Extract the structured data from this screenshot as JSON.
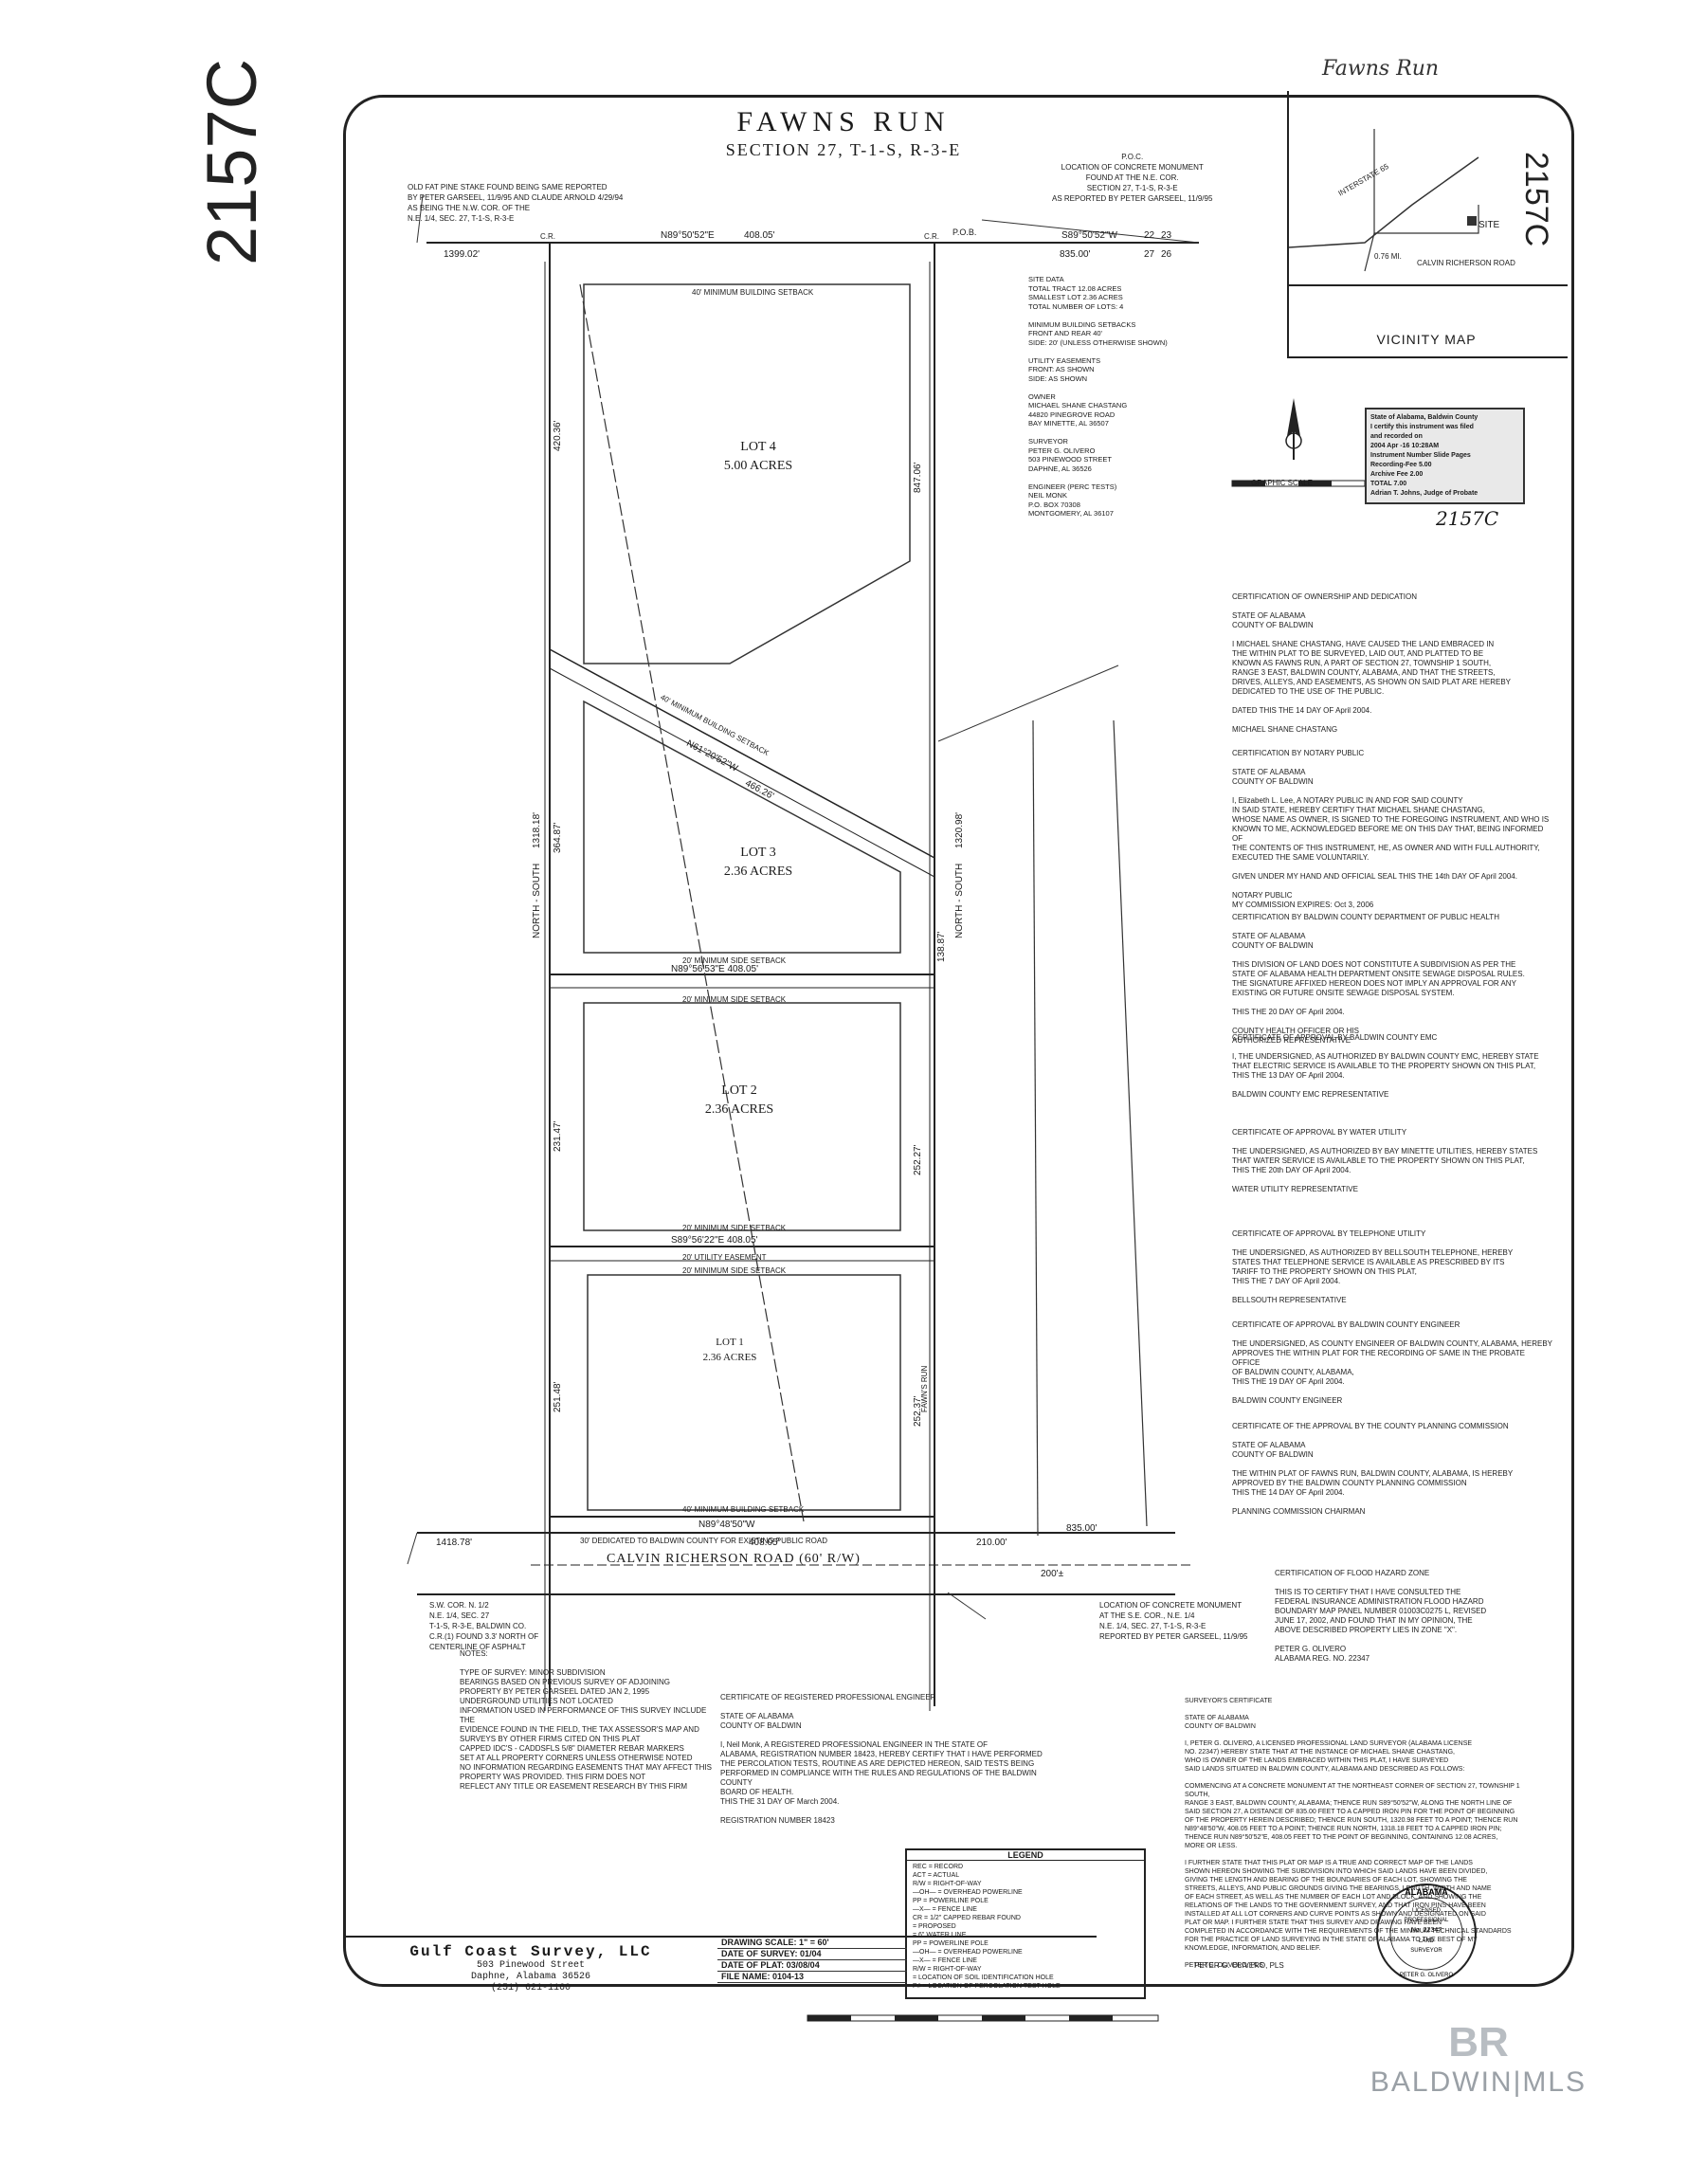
{
  "side_code": "2157C",
  "header": {
    "title": "FAWNS RUN",
    "subtitle": "SECTION 27, T-1-S, R-3-E",
    "topright_handwriting": "Fawns Run",
    "topright_code": "2157C"
  },
  "poc_note": "P.O.C.\nLOCATION OF CONCRETE MONUMENT\nFOUND AT THE N.E. COR.\nSECTION 27, T-1-S, R-3-E\nAS REPORTED BY PETER GARSEEL, 11/9/95",
  "nw_note": "OLD FAT PINE STAKE FOUND BEING SAME REPORTED\nBY PETER GARSEEL, 11/9/95 AND CLAUDE ARNOLD 4/29/94\nAS BEING THE N.W. COR. OF THE\nN.E. 1/4, SEC. 27, T-1-S, R-3-E",
  "pob": "P.O.B.",
  "north_line": {
    "cr1": "C.R.",
    "cr2": "C.R.",
    "bearing_left": "N89°50'52\"E",
    "dist_left": "408.05'",
    "left_ext": "1399.02'",
    "bearing_right": "S89°50'52\"W",
    "dist_right": "835.00'",
    "sec_a": "22",
    "sec_b": "23",
    "sec_c": "27",
    "sec_d": "26"
  },
  "site_data": "SITE DATA\nTOTAL TRACT 12.08 ACRES\nSMALLEST LOT 2.36 ACRES\nTOTAL NUMBER OF LOTS: 4\n\nMINIMUM BUILDING SETBACKS\nFRONT AND REAR 40'\nSIDE: 20' (UNLESS OTHERWISE SHOWN)\n\nUTILITY EASEMENTS\nFRONT: AS SHOWN\nSIDE: AS SHOWN\n\nOWNER\nMICHAEL SHANE CHASTANG\n44820 PINEGROVE ROAD\nBAY MINETTE, AL 36507\n\nSURVEYOR\nPETER G. OLIVERO\n503 PINEWOOD STREET\nDAPHNE, AL 36526\n\nENGINEER (PERC TESTS)\nNEIL MONK\nP.O. BOX 70308\nMONTGOMERY, AL 36107",
  "lots": [
    {
      "name": "LOT 4",
      "area": "5.00 ACRES"
    },
    {
      "name": "LOT 3",
      "area": "2.36 ACRES"
    },
    {
      "name": "LOT 2",
      "area": "2.36 ACRES"
    },
    {
      "name": "LOT 1",
      "area": "2.36 ACRES"
    }
  ],
  "dims": {
    "west_lot4": "420.36'",
    "west_total": "1318.18'",
    "west_lot3": "364.87'",
    "west_lot2": "231.47'",
    "west_lot1": "251.48'",
    "north_south": "NORTH - SOUTH",
    "east_lot4": "847.06'",
    "east_total": "1320.98'",
    "east_lot3": "138.87'",
    "east_lot2": "252.27'",
    "east_lot1": "252.37'",
    "line23": "N89°56'53\"E 408.05'",
    "line12": "S89°56'22\"E 408.05'",
    "diag_bearing": "N61°20'52\"W",
    "diag_dist": "466.26'",
    "south_bearing": "N89°48'50\"W",
    "south_dist": "408.05'",
    "south_left": "1418.78'",
    "south_right": "210.00'",
    "south_far": "835.00'",
    "approx": "200'±"
  },
  "setback_labels": {
    "front": "40' MINIMUM BUILDING SETBACK",
    "side": "20' MINIMUM SIDE SETBACK",
    "utility": "20' UTILITY EASEMENT",
    "fawns_run": "FAWN'S RUN",
    "dedicated": "30' DEDICATED TO BALDWIN COUNTY FOR EXISTING PUBLIC ROAD"
  },
  "road": "CALVIN RICHERSON ROAD (60' R/W)",
  "sw_note": "S.W. COR. N. 1/2\nN.E. 1/4, SEC. 27\nT-1-S, R-3-E, BALDWIN CO.\nC.R.(1) FOUND 3.3' NORTH OF\nCENTERLINE OF ASPHALT",
  "se_note": "LOCATION OF CONCRETE MONUMENT\nAT THE S.E. COR., N.E. 1/4\nN.E. 1/4, SEC. 27, T-1-S, R-3-E\nREPORTED BY PETER GARSEEL, 11/9/95",
  "vicinity": {
    "title": "VICINITY MAP",
    "road1": "INTERSTATE 65",
    "site": "SITE",
    "road2": "CALVIN RICHERSON ROAD",
    "dist": "0.76 MI."
  },
  "graphic_scale": "GRAPHIC SCALE",
  "stamp_text": "State of Alabama, Baldwin County\nI certify this instrument was filed\nand recorded on\n2004 Apr -16 10:28AM\nInstrument Number Slide Pages\nRecording-Fee 5.00\nArchive Fee 2.00\nTOTAL 7.00\nAdrian T. Johns, Judge of Probate",
  "stamp_handwritten": "2157C",
  "certs": {
    "owner": "CERTIFICATION OF OWNERSHIP AND DEDICATION\n\nSTATE OF ALABAMA\nCOUNTY OF BALDWIN\n\nI MICHAEL SHANE CHASTANG, HAVE CAUSED THE LAND EMBRACED IN\nTHE WITHIN PLAT TO BE SURVEYED, LAID OUT, AND PLATTED TO BE\nKNOWN AS FAWNS RUN, A PART OF SECTION 27, TOWNSHIP 1 SOUTH,\nRANGE 3 EAST, BALDWIN COUNTY, ALABAMA, AND THAT THE STREETS,\nDRIVES, ALLEYS, AND EASEMENTS, AS SHOWN ON SAID PLAT ARE HEREBY\nDEDICATED TO THE USE OF THE PUBLIC.\n\nDATED THIS THE 14 DAY OF April 2004.\n\nMICHAEL SHANE CHASTANG",
    "notary": "CERTIFICATION BY NOTARY PUBLIC\n\nSTATE OF ALABAMA\nCOUNTY OF BALDWIN\n\nI, Elizabeth L. Lee, A NOTARY PUBLIC IN AND FOR SAID COUNTY\nIN SAID STATE, HEREBY CERTIFY THAT MICHAEL SHANE CHASTANG,\nWHOSE NAME AS OWNER, IS SIGNED TO THE FOREGOING INSTRUMENT, AND WHO IS\nKNOWN TO ME, ACKNOWLEDGED BEFORE ME ON THIS DAY THAT, BEING INFORMED OF\nTHE CONTENTS OF THIS INSTRUMENT, HE, AS OWNER AND WITH FULL AUTHORITY,\nEXECUTED THE SAME VOLUNTARILY.\n\nGIVEN UNDER MY HAND AND OFFICIAL SEAL THIS THE 14th DAY OF April 2004.\n\nNOTARY PUBLIC\nMY COMMISSION EXPIRES: Oct 3, 2006",
    "health": "CERTIFICATION BY BALDWIN COUNTY DEPARTMENT OF PUBLIC HEALTH\n\nSTATE OF ALABAMA\nCOUNTY OF BALDWIN\n\nTHIS DIVISION OF LAND DOES NOT CONSTITUTE A SUBDIVISION AS PER THE\nSTATE OF ALABAMA HEALTH DEPARTMENT ONSITE SEWAGE DISPOSAL RULES.\nTHE SIGNATURE AFFIXED HEREON DOES NOT IMPLY AN APPROVAL FOR ANY\nEXISTING OR FUTURE ONSITE SEWAGE DISPOSAL SYSTEM.\n\nTHIS THE 20 DAY OF April 2004.\n\nCOUNTY HEALTH OFFICER OR HIS\nAUTHORIZED REPRESENTATIVE",
    "emc": "CERTIFICATE OF APPROVAL BY BALDWIN COUNTY EMC\n\nI, THE UNDERSIGNED, AS AUTHORIZED BY BALDWIN COUNTY EMC, HEREBY STATE\nTHAT ELECTRIC SERVICE IS AVAILABLE TO THE PROPERTY SHOWN ON THIS PLAT,\nTHIS THE 13 DAY OF April 2004.\n\nBALDWIN COUNTY EMC REPRESENTATIVE",
    "water": "CERTIFICATE OF APPROVAL BY WATER UTILITY\n\nTHE UNDERSIGNED, AS AUTHORIZED BY BAY MINETTE UTILITIES, HEREBY STATES\nTHAT WATER SERVICE IS AVAILABLE TO THE PROPERTY SHOWN ON THIS PLAT,\nTHIS THE 20th DAY OF April 2004.\n\nWATER UTILITY REPRESENTATIVE",
    "phone": "CERTIFICATE OF APPROVAL BY TELEPHONE UTILITY\n\nTHE UNDERSIGNED, AS AUTHORIZED BY BELLSOUTH TELEPHONE, HEREBY\nSTATES THAT TELEPHONE SERVICE IS AVAILABLE AS PRESCRIBED BY ITS\nTARIFF TO THE PROPERTY SHOWN ON THIS PLAT,\nTHIS THE 7 DAY OF April 2004.\n\nBELLSOUTH REPRESENTATIVE",
    "engineer": "CERTIFICATE OF APPROVAL BY BALDWIN COUNTY ENGINEER\n\nTHE UNDERSIGNED, AS COUNTY ENGINEER OF BALDWIN COUNTY, ALABAMA, HEREBY\nAPPROVES THE WITHIN PLAT FOR THE RECORDING OF SAME IN THE PROBATE OFFICE\nOF BALDWIN COUNTY, ALABAMA,\nTHIS THE 19 DAY OF April 2004.\n\nBALDWIN COUNTY ENGINEER",
    "planning": "CERTIFICATE OF THE APPROVAL BY THE COUNTY PLANNING COMMISSION\n\nSTATE OF ALABAMA\nCOUNTY OF BALDWIN\n\nTHE WITHIN PLAT OF FAWNS RUN, BALDWIN COUNTY, ALABAMA, IS HEREBY\nAPPROVED BY THE BALDWIN COUNTY PLANNING COMMISSION\nTHIS THE 14 DAY OF April 2004.\n\nPLANNING COMMISSION CHAIRMAN",
    "flood": "CERTIFICATION OF FLOOD HAZARD ZONE\n\nTHIS IS TO CERTIFY THAT I HAVE CONSULTED THE\nFEDERAL INSURANCE ADMINISTRATION FLOOD HAZARD\nBOUNDARY MAP PANEL NUMBER 01003C0275 L, REVISED\nJUNE 17, 2002, AND FOUND THAT IN MY OPINION, THE\nABOVE DESCRIBED PROPERTY LIES IN ZONE \"X\".\n\nPETER G. OLIVERO\nALABAMA REG. NO. 22347",
    "notes": "NOTES:\n\nTYPE OF SURVEY: MINOR SUBDIVISION\nBEARINGS BASED ON PREVIOUS SURVEY OF ADJOINING\nPROPERTY BY PETER GARSEEL DATED JAN 2, 1995\nUNDERGROUND UTILITIES NOT LOCATED\nINFORMATION USED IN PERFORMANCE OF THIS SURVEY INCLUDE THE\nEVIDENCE FOUND IN THE FIELD, THE TAX ASSESSOR'S MAP AND\nSURVEYS BY OTHER FIRMS CITED ON THIS PLAT\nCAPPED IDC'S - CADDSFLS 5/8\" DIAMETER REBAR MARKERS\nSET AT ALL PROPERTY CORNERS UNLESS OTHERWISE NOTED\nNO INFORMATION REGARDING EASEMENTS THAT MAY AFFECT THIS\nPROPERTY WAS PROVIDED. THIS FIRM DOES NOT\nREFLECT ANY TITLE OR EASEMENT RESEARCH BY THIS FIRM",
    "pro_engineer": "CERTIFICATE OF REGISTERED PROFESSIONAL ENGINEER\n\nSTATE OF ALABAMA\nCOUNTY OF BALDWIN\n\nI, Neil Monk, A REGISTERED PROFESSIONAL ENGINEER IN THE STATE OF\nALABAMA, REGISTRATION NUMBER 18423, HEREBY CERTIFY THAT I HAVE PERFORMED\nTHE PERCOLATION TESTS, ROUTINE AS ARE DEPICTED HEREON, SAID TESTS BEING\nPERFORMED IN COMPLIANCE WITH THE RULES AND REGULATIONS OF THE BALDWIN COUNTY\nBOARD OF HEALTH.\nTHIS THE 31 DAY OF March 2004.\n\nREGISTRATION NUMBER 18423",
    "surveyor": "SURVEYOR'S CERTIFICATE\n\nSTATE OF ALABAMA\nCOUNTY OF BALDWIN\n\nI, PETER G. OLIVERO, A LICENSED PROFESSIONAL LAND SURVEYOR (ALABAMA LICENSE\nNO. 22347) HEREBY STATE THAT AT THE INSTANCE OF MICHAEL SHANE CHASTANG,\nWHO IS OWNER OF THE LANDS EMBRACED WITHIN THIS PLAT, I HAVE SURVEYED\nSAID LANDS SITUATED IN BALDWIN COUNTY, ALABAMA AND DESCRIBED AS FOLLOWS:\n\nCOMMENCING AT A CONCRETE MONUMENT AT THE NORTHEAST CORNER OF SECTION 27, TOWNSHIP 1 SOUTH,\nRANGE 3 EAST, BALDWIN COUNTY, ALABAMA; THENCE RUN S89°50'52\"W, ALONG THE NORTH LINE OF\nSAID SECTION 27, A DISTANCE OF 835.00 FEET TO A CAPPED IRON PIN FOR THE POINT OF BEGINNING\nOF THE PROPERTY HEREIN DESCRIBED; THENCE RUN SOUTH, 1320.98 FEET TO A POINT; THENCE RUN\nN89°48'50\"W, 408.05 FEET TO A POINT; THENCE RUN NORTH, 1318.18 FEET TO A CAPPED IRON PIN;\nTHENCE RUN N89°50'52\"E, 408.05 FEET TO THE POINT OF BEGINNING, CONTAINING 12.08 ACRES,\nMORE OR LESS.\n\nI FURTHER STATE THAT THIS PLAT OR MAP IS A TRUE AND CORRECT MAP OF THE LANDS\nSHOWN HEREON SHOWING THE SUBDIVISION INTO WHICH SAID LANDS HAVE BEEN DIVIDED,\nGIVING THE LENGTH AND BEARING OF THE BOUNDARIES OF EACH LOT, SHOWING THE\nSTREETS, ALLEYS, AND PUBLIC GROUNDS GIVING THE BEARINGS, LENGTH, WIDTH AND NAME\nOF EACH STREET, AS WELL AS THE NUMBER OF EACH LOT AND BLOCK, AND SHOWING THE\nRELATIONS OF THE LANDS TO THE GOVERNMENT SURVEY, AND THAT IRON PINS HAVE BEEN\nINSTALLED AT ALL LOT CORNERS AND CURVE POINTS AS SHOWN AND DESIGNATED ON SAID\nPLAT OR MAP. I FURTHER STATE THAT THIS SURVEY AND DRAWING HAVE BEEN\nCOMPLETED IN ACCORDANCE WITH THE REQUIREMENTS OF THE MINIMUM TECHNICAL STANDARDS\nFOR THE PRACTICE OF LAND SURVEYING IN THE STATE OF ALABAMA TO THE BEST OF MY\nKNOWLEDGE, INFORMATION, AND BELIEF.\n\nPETER G. OLIVERO, PLS"
  },
  "legend": {
    "title": "LEGEND",
    "items": "REC = RECORD\nACT = ACTUAL\nR/W = RIGHT-OF-WAY\n—OH— = OVERHEAD POWERLINE\nPP = POWERLINE POLE\n—X— = FENCE LINE\nCR = 1/2\" CAPPED REBAR FOUND\n = PROPOSED\n= 6\" WATER LINE\nPP = POWERLINE POLE\n—OH— = OVERHEAD POWERLINE\n—X— = FENCE LINE\nR/W = RIGHT-OF-WAY\n = LOCATION OF SOIL IDENTIFICATION HOLE\nP# = LOCATION OF PERCOLATION TEST HOLE"
  },
  "title_block": {
    "company": "Gulf Coast Survey, LLC",
    "street": "503 Pinewood Street",
    "city": "Daphne, Alabama 36526",
    "phone": "(251) 621-1160",
    "drawing_scale": "DRAWING SCALE: 1\" = 60'",
    "date_survey": "DATE OF SURVEY: 01/04",
    "date_plat": "DATE OF PLAT: 03/08/04",
    "file_name": "FILE NAME: 0104-13"
  },
  "seal": {
    "top": "ALABAMA",
    "line1": "LICENSED",
    "line2": "PROFESSIONAL",
    "line3": "No. 22347",
    "line4": "LAND",
    "line5": "SURVEYOR",
    "name": "PETER G. OLIVERO"
  },
  "surveyor_sig": "PETER G. OLIVERO, PLS",
  "watermark": {
    "logo": "BR",
    "text": "BALDWIN|MLS"
  }
}
